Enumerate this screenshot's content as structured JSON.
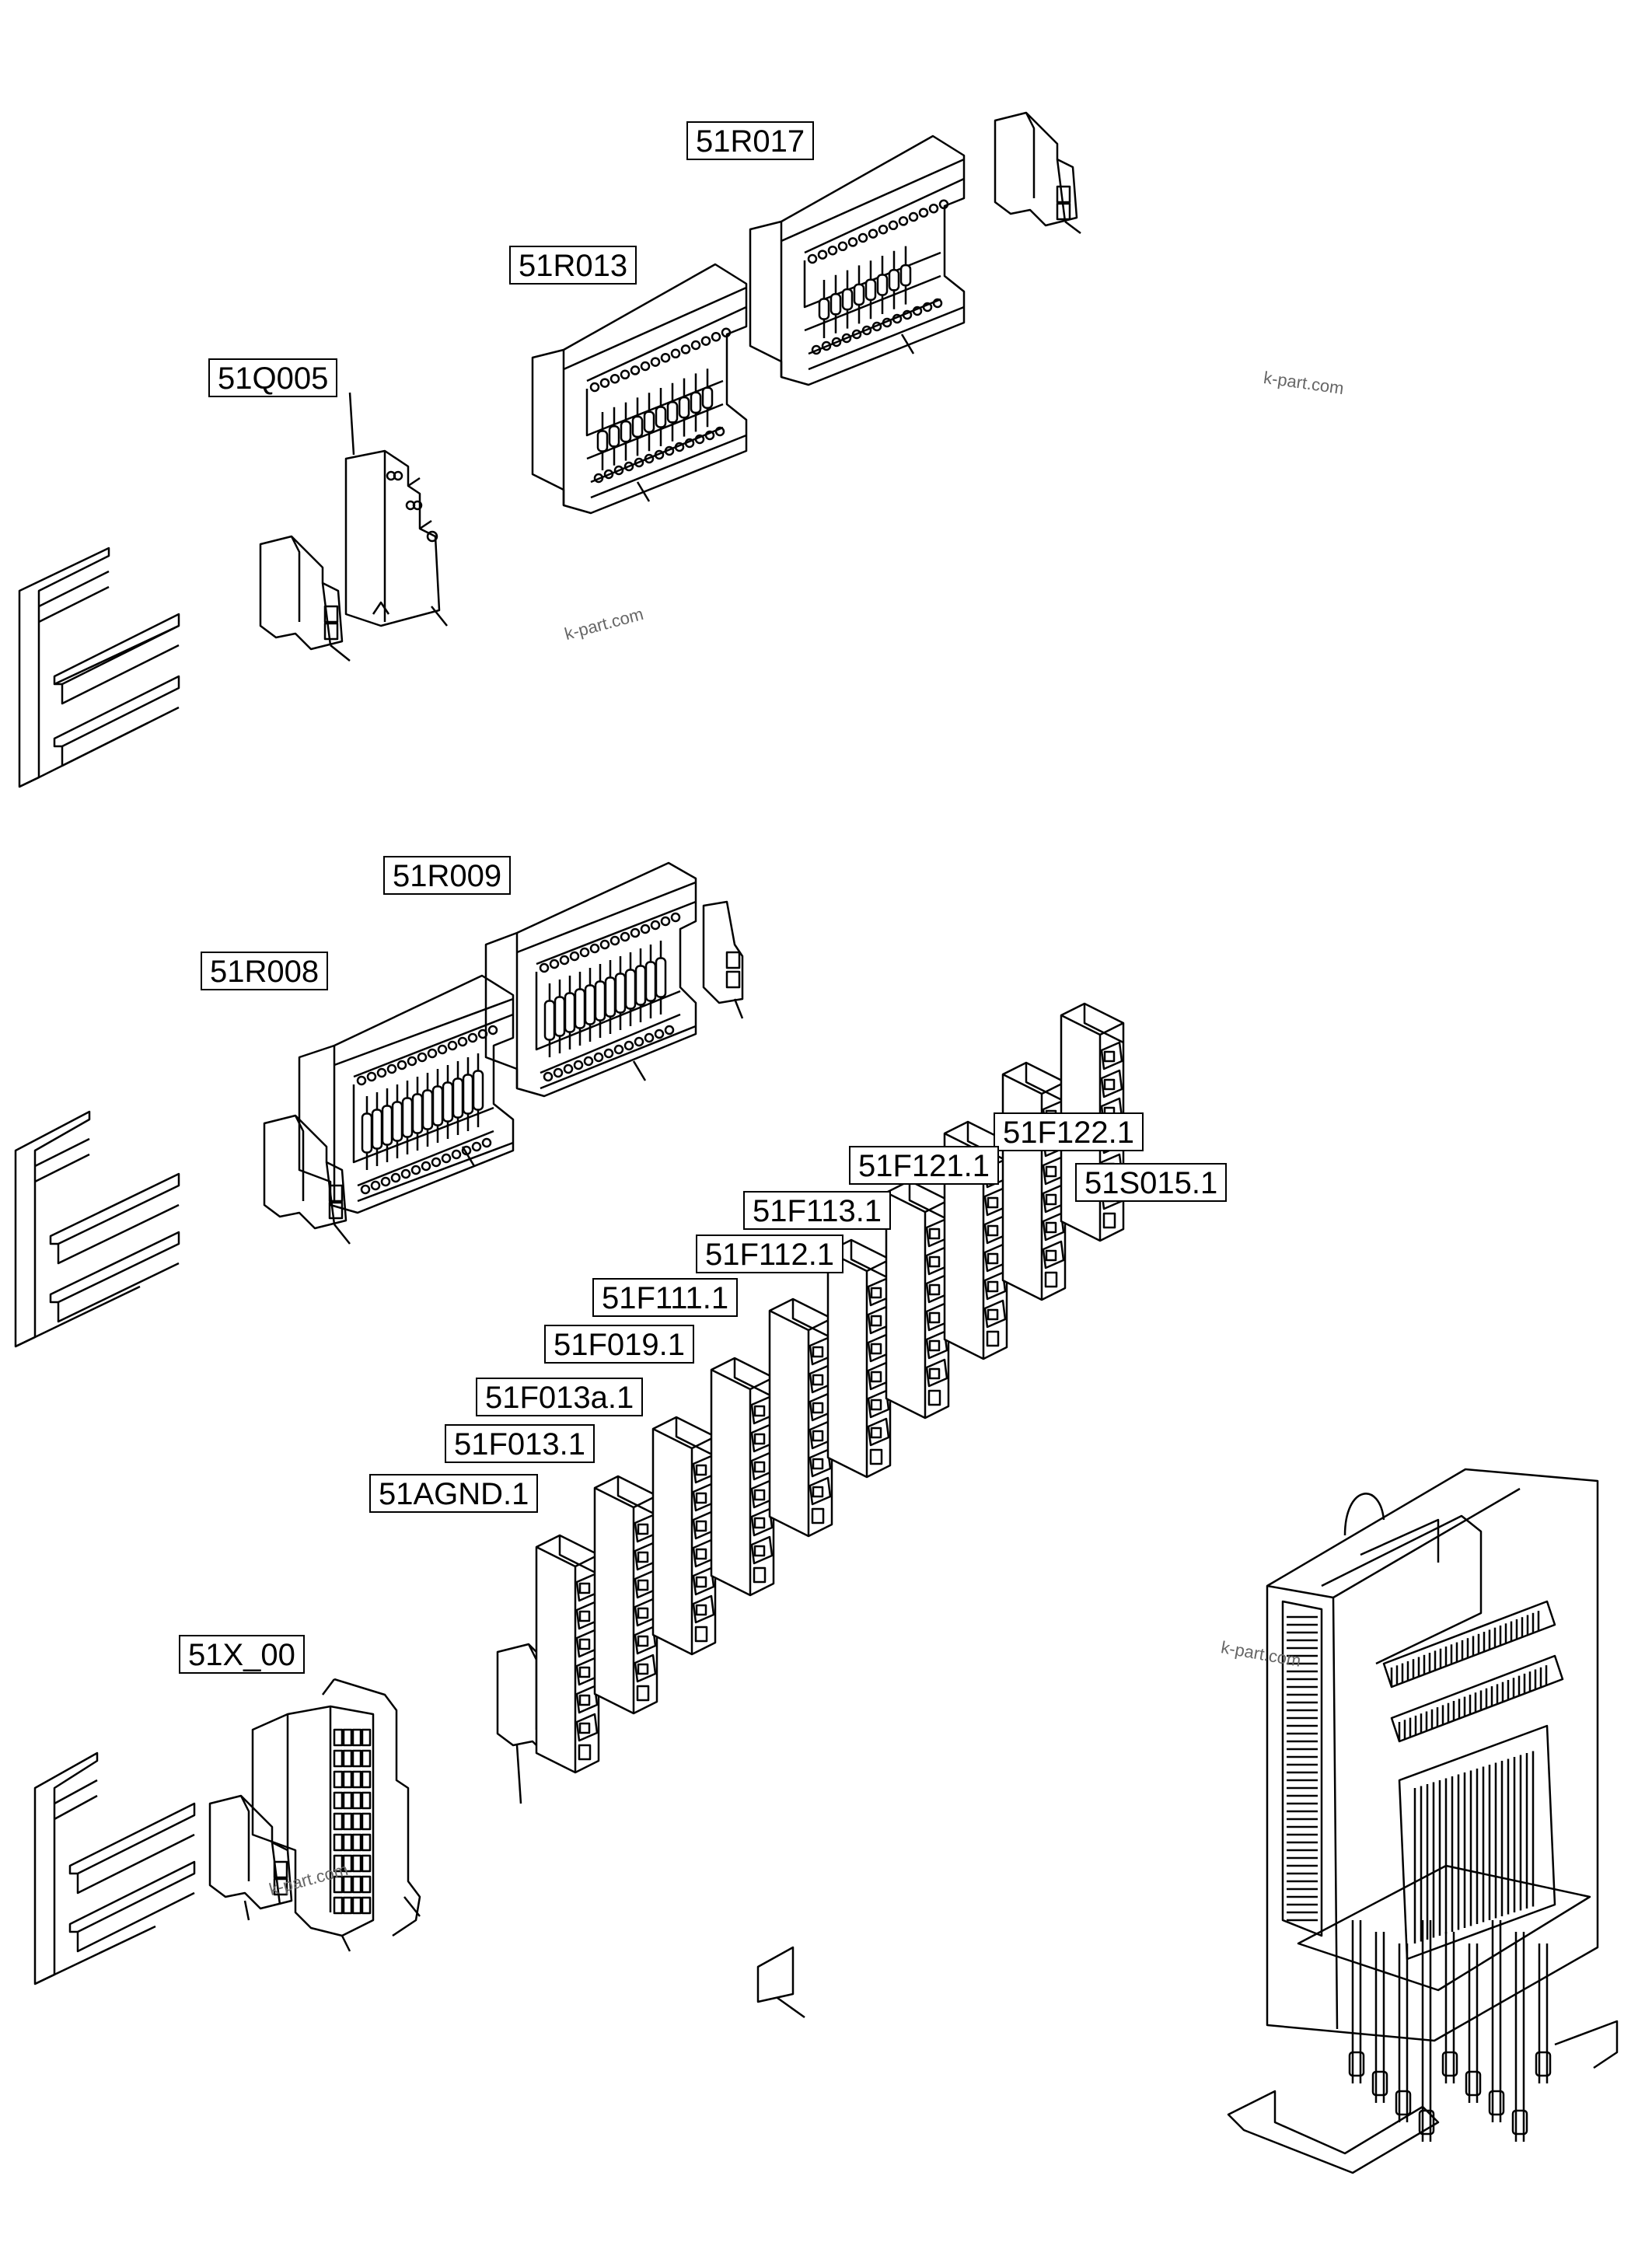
{
  "labels": {
    "r017": "51R017",
    "r013": "51R013",
    "q005": "51Q005",
    "r009": "51R009",
    "r008": "51R008",
    "f122": "51F122.1",
    "f121": "51F121.1",
    "s015": "51S015.1",
    "f113": "51F113.1",
    "f112": "51F112.1",
    "f111": "51F111.1",
    "f019": "51F019.1",
    "f013a": "51F013a.1",
    "f013": "51F013.1",
    "agnd": "51AGND.1",
    "x00": "51X_00"
  },
  "watermark": "k-part.com"
}
